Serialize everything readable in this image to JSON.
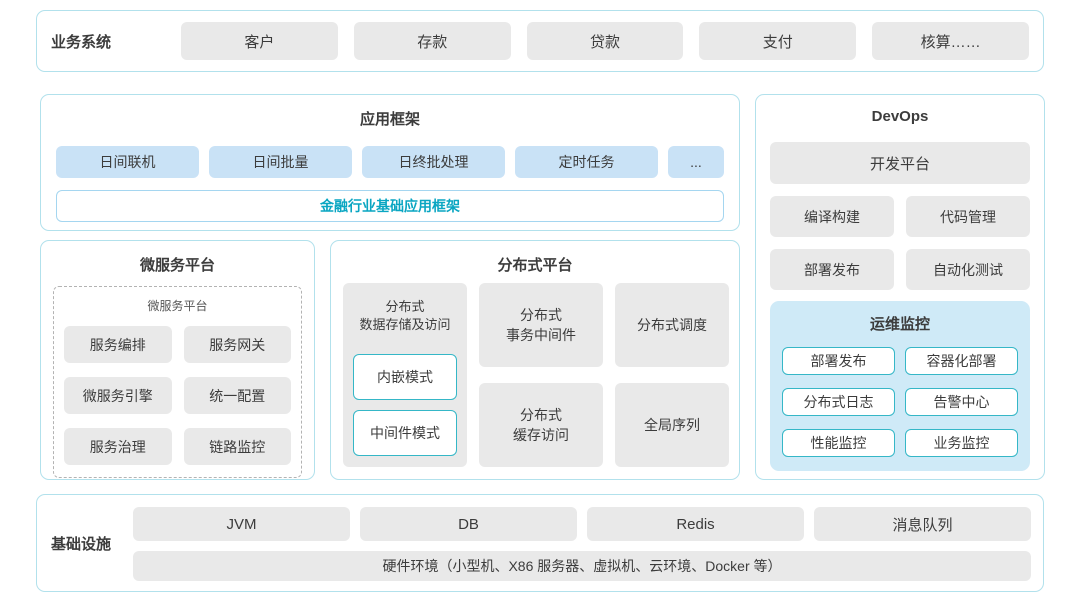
{
  "business_systems": {
    "label": "业务系统",
    "items": [
      "客户",
      "存款",
      "贷款",
      "支付",
      "核算……"
    ]
  },
  "app_framework": {
    "title": "应用框架",
    "items": [
      "日间联机",
      "日间批量",
      "日终批处理",
      "定时任务",
      "..."
    ],
    "base_framework": "金融行业基础应用框架"
  },
  "devops": {
    "title": "DevOps",
    "dev_platform": "开发平台",
    "tools": [
      "编译构建",
      "代码管理",
      "部署发布",
      "自动化测试"
    ],
    "ops_monitoring": {
      "title": "运维监控",
      "items": [
        "部署发布",
        "容器化部署",
        "分布式日志",
        "告警中心",
        "性能监控",
        "业务监控"
      ]
    }
  },
  "microservice_platform": {
    "title": "微服务平台",
    "inner_title": "微服务平台",
    "items": [
      "服务编排",
      "服务网关",
      "微服务引擎",
      "统一配置",
      "服务治理",
      "链路监控"
    ]
  },
  "distributed_platform": {
    "title": "分布式平台",
    "storage": {
      "title": "分布式\n数据存储及访问",
      "modes": [
        "内嵌模式",
        "中间件模式"
      ]
    },
    "cells": [
      "分布式\n事务中间件",
      "分布式调度",
      "分布式\n缓存访问",
      "全局序列"
    ]
  },
  "infrastructure": {
    "label": "基础设施",
    "items": [
      "JVM",
      "DB",
      "Redis",
      "消息队列"
    ],
    "hardware": "硬件环境（小型机、X86 服务器、虚拟机、云环境、Docker 等）"
  },
  "colors": {
    "panel_border": "#b2e1ec",
    "box_gray": "#e9e9e9",
    "box_blue": "#c9e2f6",
    "ops_panel_blue": "#cfeaf7",
    "teal_border": "#35b7c7",
    "teal_text": "#0aa6c2",
    "text": "#3c3c3c"
  }
}
